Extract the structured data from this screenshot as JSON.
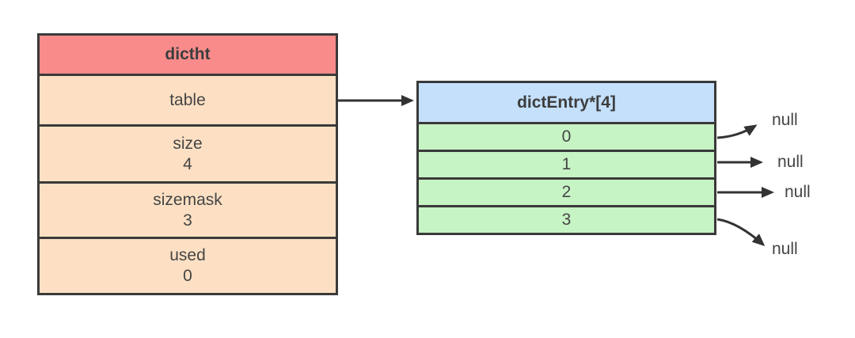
{
  "colors": {
    "dictht_header_bg": "#f98b8b",
    "dictht_row_bg": "#fde0c3",
    "dictentry_header_bg": "#c4e0fb",
    "dictentry_slot_bg": "#c7f4c4",
    "border": "#3a3a3a",
    "arrow": "#333333",
    "text": "#454545"
  },
  "dictht_table": {
    "header": "dictht",
    "rows": [
      {
        "label": "table",
        "value": ""
      },
      {
        "label": "size",
        "value": "4"
      },
      {
        "label": "sizemask",
        "value": "3"
      },
      {
        "label": "used",
        "value": "0"
      }
    ]
  },
  "dict_entry_table": {
    "header": "dictEntry*[4]",
    "slots": [
      {
        "index": "0",
        "target": "null"
      },
      {
        "index": "1",
        "target": "null"
      },
      {
        "index": "2",
        "target": "null"
      },
      {
        "index": "3",
        "target": "null"
      }
    ]
  }
}
